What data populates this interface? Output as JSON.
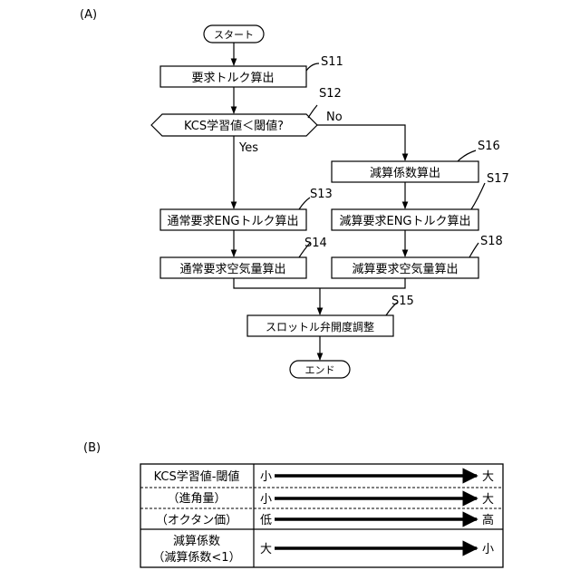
{
  "panel_a": {
    "label": "(A)",
    "start": "スタート",
    "end": "エンド",
    "yes": "Yes",
    "no": "No",
    "steps": {
      "s11": {
        "id": "S11",
        "text": "要求トルク算出"
      },
      "s12": {
        "id": "S12",
        "text": "KCS学習値＜閾値?"
      },
      "s13": {
        "id": "S13",
        "text": "通常要求ENGトルク算出"
      },
      "s14": {
        "id": "S14",
        "text": "通常要求空気量算出"
      },
      "s15": {
        "id": "S15",
        "text": "スロットル弁開度調整"
      },
      "s16": {
        "id": "S16",
        "text": "減算係数算出"
      },
      "s17": {
        "id": "S17",
        "text": "減算要求ENGトルク算出"
      },
      "s18": {
        "id": "S18",
        "text": "減算要求空気量算出"
      }
    }
  },
  "panel_b": {
    "label": "(B)",
    "rows": [
      {
        "label": "KCS学習値-閾値",
        "from": "小",
        "to": "大"
      },
      {
        "label": "（進角量）",
        "from": "小",
        "to": "大"
      },
      {
        "label": "（オクタン価）",
        "from": "低",
        "to": "高"
      },
      {
        "label": "減算係数",
        "label2": "（減算係数<1）",
        "from": "大",
        "to": "小"
      }
    ]
  }
}
